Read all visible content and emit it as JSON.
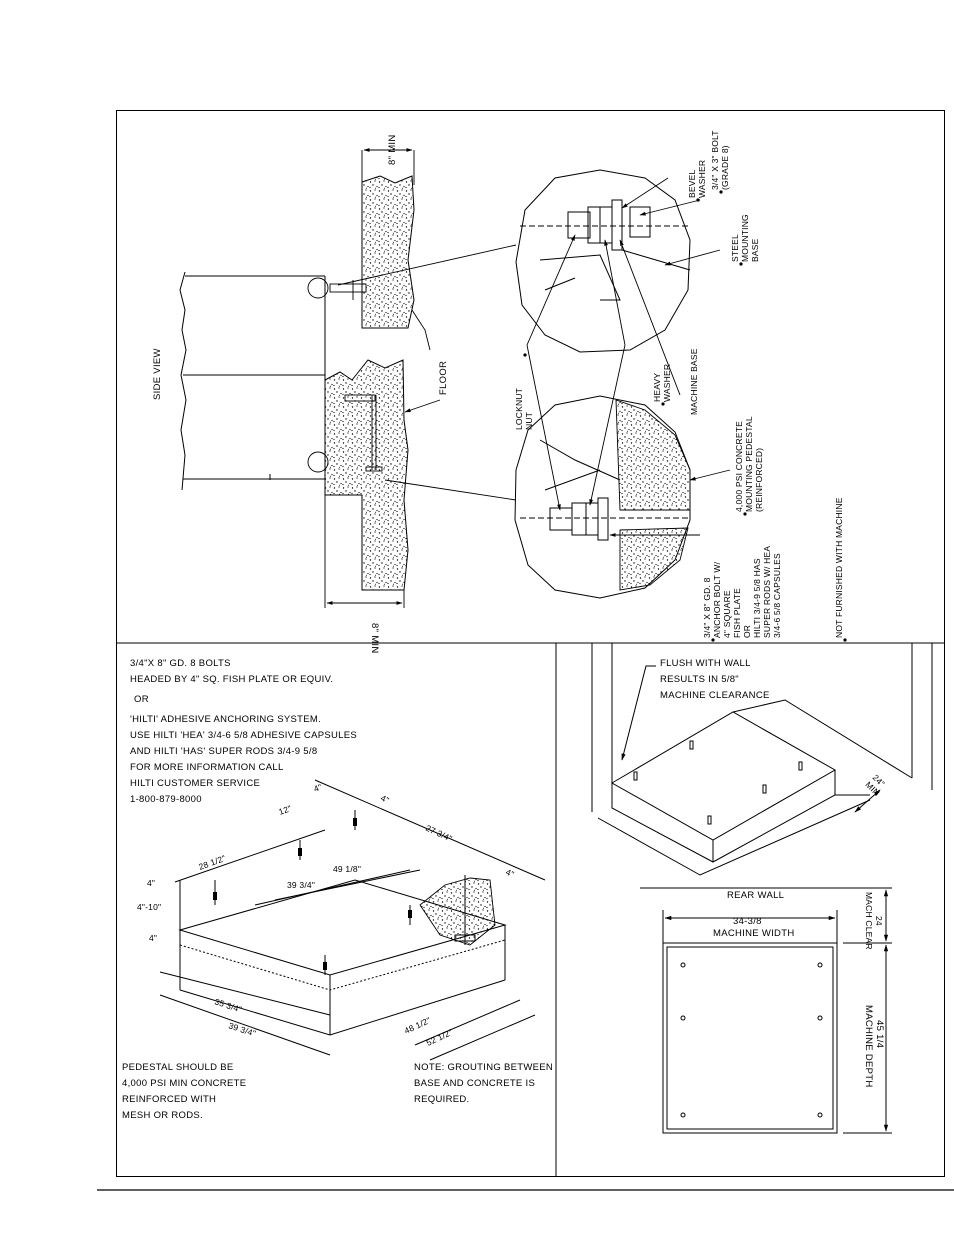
{
  "side_view": {
    "title": "SIDE VIEW",
    "dim_top": "8\" MIN",
    "dim_bottom": "8\" MIN",
    "floor_label": "FLOOR"
  },
  "detail_labels": {
    "bevel_washer": [
      "BEVEL",
      "WASHER"
    ],
    "bolt": [
      "3/4\" X 3\" BOLT",
      "(GRADE 8)"
    ],
    "steel_base": [
      "STEEL",
      "MOUNTING",
      "BASE"
    ],
    "locknut": [
      "LOCKNUT",
      "NUT"
    ],
    "heavy_washer": [
      "HEAVY",
      "WASHER"
    ],
    "machine_base": "MACHINE BASE",
    "pedestal": [
      "4,000 PSI CONCRETE",
      "MOUNTING PEDESTAL",
      "(REINFORCED)"
    ],
    "anchor": [
      "3/4\" X 8\" GD. 8",
      "ANCHOR BOLT W/",
      "4\" SQUARE",
      "FISH PLATE",
      "OR",
      "HILTI 3/4-9 5/8 HAS",
      "SUPER RODS W/ HEA",
      "3/4-6 5/8 CAPSULES"
    ],
    "not_furnished": "NOT FURNISHED WITH MACHINE"
  },
  "notes_top": [
    "3/4\"X 8\" GD. 8 BOLTS",
    "HEADED BY 4\" SQ. FISH PLATE OR EQUIV.",
    "OR",
    "'HILTI' ADHESIVE ANCHORING SYSTEM.",
    "USE HILTI 'HEA' 3/4-6 5/8 ADHESIVE CAPSULES",
    "AND HILTI 'HAS' SUPER RODS 3/4-9 5/8",
    "FOR MORE INFORMATION CALL",
    "HILTI CUSTOMER SERVICE",
    "1-800-879-8000"
  ],
  "iso_dims": {
    "d4a": "4\"",
    "d4b": "4\"",
    "d12": "12\"",
    "d27": "27 3/4\"",
    "d28": "28 1/2\"",
    "d49": "49 1/8\"",
    "d39a": "39 3/4\"",
    "d4c": "4\"",
    "d4d": "4\"",
    "d410": "4\"-10\"",
    "d4e": "4\"",
    "d35": "35 3/4\"",
    "d39b": "39 3/4\"",
    "d48": "48 1/2\"",
    "d52": "52 1/2\""
  },
  "notes_bottom_left": [
    "PEDESTAL SHOULD BE",
    "4,000 PSI MIN CONCRETE",
    "REINFORCED WITH",
    "MESH OR RODS."
  ],
  "notes_bottom_right": [
    "NOTE: GROUTING BETWEEN",
    "BASE AND CONCRETE IS",
    "REQUIRED."
  ],
  "right_panel": {
    "flush_note": [
      "FLUSH WITH WALL",
      "RESULTS IN 5/8\"",
      "MACHINE CLEARANCE"
    ],
    "min_clear": [
      "24\"",
      "MIN"
    ],
    "rear_wall": "REAR WALL",
    "width_dim": "34-3/8",
    "width_label": "MACHINE WIDTH",
    "clear_dim": "24",
    "clear_label": "MACH CLEAR",
    "depth_dim": "45 1/4",
    "depth_label": "MACHINE DEPTH"
  }
}
